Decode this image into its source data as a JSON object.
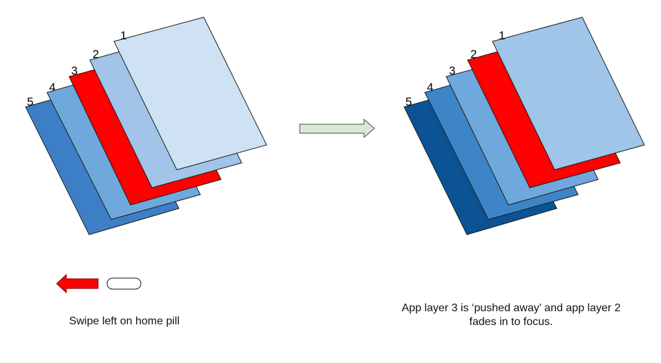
{
  "before": {
    "layers": [
      {
        "label": "5",
        "fill": "#3d7fc6"
      },
      {
        "label": "4",
        "fill": "#6fa8dc"
      },
      {
        "label": "3",
        "fill": "#ff0000"
      },
      {
        "label": "2",
        "fill": "#a1c4e8"
      },
      {
        "label": "1",
        "fill": "#cfe2f3"
      }
    ]
  },
  "after": {
    "layers": [
      {
        "label": "5",
        "fill": "#0b5394"
      },
      {
        "label": "4",
        "fill": "#3d85c6"
      },
      {
        "label": "3",
        "fill": "#6fa8dc"
      },
      {
        "label": "2",
        "fill": "#ff0000"
      },
      {
        "label": "1",
        "fill": "#9fc5e8"
      }
    ]
  },
  "transition_arrow": {
    "fill": "#d9ead3"
  },
  "swipe_arrow": {
    "fill": "#ff0000"
  },
  "home_pill": {
    "fill": "#ffffff"
  },
  "captions": {
    "swipe": "Swipe left on home pill",
    "result": "App layer 3 is ‘pushed away’ and app layer 2 fades in to focus."
  }
}
